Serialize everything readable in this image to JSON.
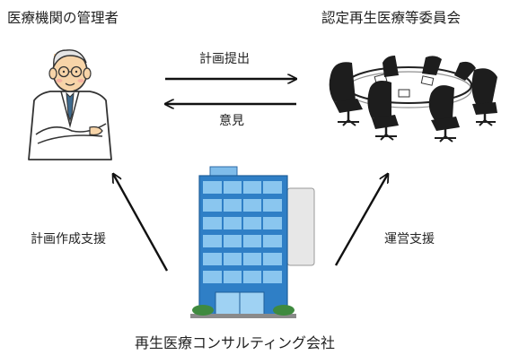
{
  "nodes": {
    "manager": {
      "label": "医療機関の管理者",
      "icon": "doctor-icon"
    },
    "committee": {
      "label": "認定再生医療等委員会",
      "icon": "meeting-table-icon"
    },
    "company": {
      "label": "再生医療コンサルティング会社",
      "icon": "office-building-icon"
    }
  },
  "edges": {
    "plan_submission": {
      "label": "計画提出",
      "from": "manager",
      "to": "committee"
    },
    "opinion": {
      "label": "意見",
      "from": "committee",
      "to": "manager"
    },
    "plan_creation_support": {
      "label": "計画作成支援",
      "from": "company",
      "to": "manager"
    },
    "operation_support": {
      "label": "運営支援",
      "from": "company",
      "to": "committee"
    }
  },
  "colors": {
    "text": "#222222",
    "arrow": "#111111",
    "building_blue": "#2f7fc6",
    "building_light": "#7fbcea",
    "coat": "#ffffff",
    "tie": "#3e6a8e",
    "skin": "#f7d4a8",
    "chair": "#1d1d1d"
  }
}
